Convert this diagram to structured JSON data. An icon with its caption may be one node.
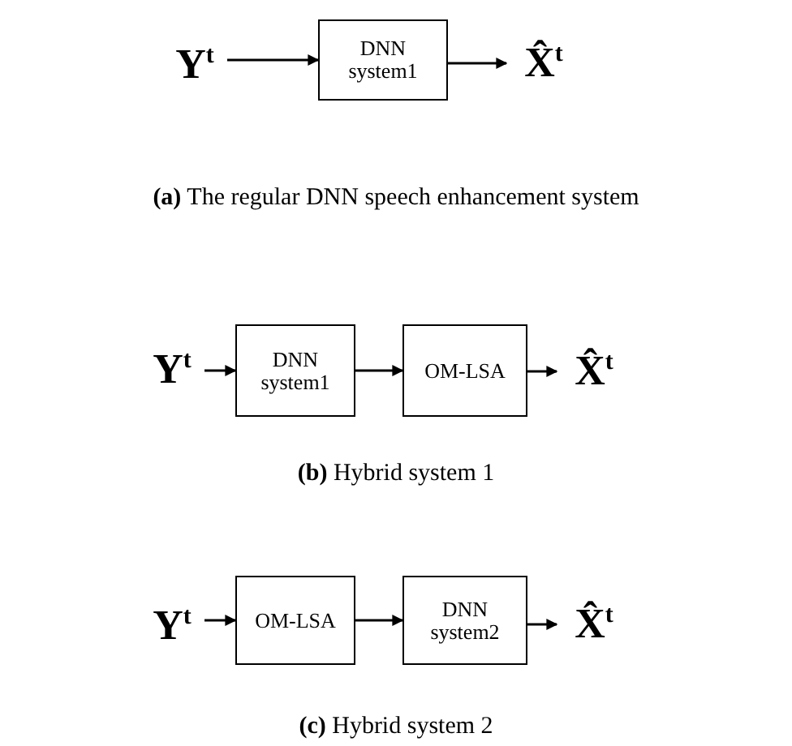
{
  "diagram": {
    "nodes": [
      {
        "text": [
          "Y$^{t}$"
        ]
      },
      {
        "text": [
          "DNN system1"
        ]
      },
      {
        "text": [
          "X̂$^{t}$"
        ]
      },
      {
        "text": [
          "Y$^{t}$"
        ]
      },
      {
        "text": [
          "DNN system1"
        ]
      },
      {
        "text": [
          "OM-LSA"
        ]
      },
      {
        "text": [
          "X̂$^{t}$"
        ]
      },
      {
        "text": [
          "Y$^{t}$"
        ]
      },
      {
        "text": [
          "OM-LSA"
        ]
      },
      {
        "text": [
          "DNN system2"
        ]
      },
      {
        "text": [
          "X̂$^{t}$"
        ]
      }
    ],
    "edges": [
      {
        "from": 0,
        "to": 1,
        "arrow": "to"
      },
      {
        "from": 1,
        "to": 2,
        "arrow": "to"
      },
      {
        "from": 3,
        "to": 4,
        "arrow": "to"
      },
      {
        "from": 4,
        "to": 5,
        "arrow": "to"
      },
      {
        "from": 5,
        "to": 6,
        "arrow": "to"
      },
      {
        "from": 7,
        "to": 8,
        "arrow": "to"
      },
      {
        "from": 8,
        "to": 9,
        "arrow": "to"
      },
      {
        "from": 9,
        "to": 10,
        "arrow": "to"
      }
    ],
    "labels": [
      "**(a)** The regular DNN speech enhancement system",
      "**(b)** Hybrid system 1",
      "**(c)** Hybrid system 2"
    ]
  }
}
